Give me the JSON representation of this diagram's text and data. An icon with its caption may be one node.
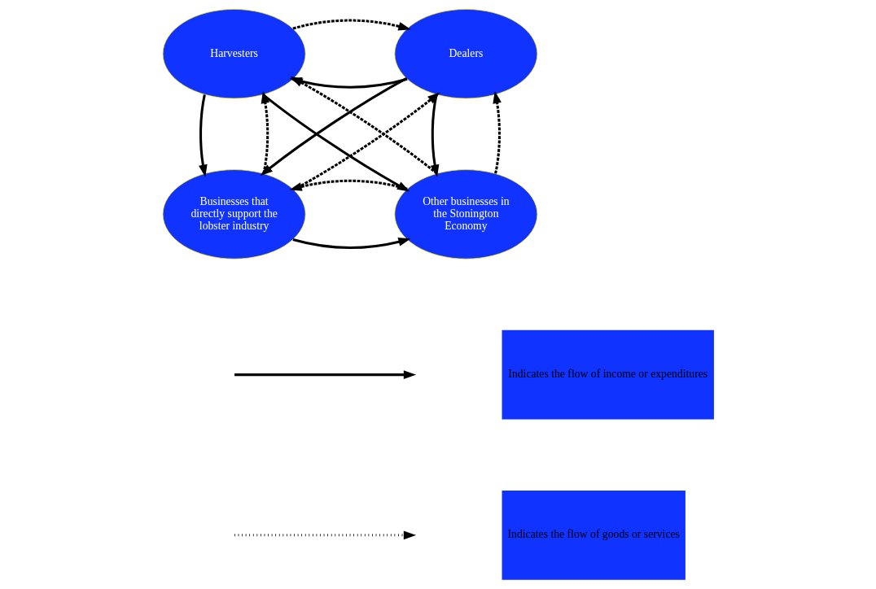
{
  "diagram": {
    "nodes": [
      {
        "text": [
          "Harvesters"
        ]
      },
      {
        "text": [
          "Dealers"
        ]
      },
      {
        "text": [
          "Businesses that directly support the lobster industry"
        ]
      },
      {
        "text": [
          "Other businesses in the Stonington Economy"
        ]
      }
    ],
    "edges": [
      {
        "from": 1,
        "to": 0,
        "arrow": "to"
      },
      {
        "from": 0,
        "to": 1,
        "arrow": "to",
        "style": "dashed"
      },
      {
        "from": 0,
        "to": 2,
        "arrow": "to"
      },
      {
        "from": 2,
        "to": 0,
        "arrow": "to",
        "style": "dashed"
      },
      {
        "from": 0,
        "to": 3,
        "arrow": "to"
      },
      {
        "from": 3,
        "to": 0,
        "arrow": "to",
        "style": "dashed"
      },
      {
        "from": 2,
        "to": 1,
        "arrow": "to",
        "style": "dashed"
      },
      {
        "from": 1,
        "to": 2,
        "arrow": "to"
      },
      {
        "from": 2,
        "to": 3,
        "arrow": "to"
      },
      {
        "from": 3,
        "to": 2,
        "arrow": "to",
        "style": "dashed"
      },
      {
        "from": 3,
        "to": 1,
        "arrow": "to",
        "style": "dashed"
      },
      {
        "from": 1,
        "to": 3,
        "arrow": "to"
      }
    ],
    "legend": [
      {
        "text": "Indicates the flow of income or expenditures"
      },
      {
        "text": "Indicates the flow of goods or services"
      }
    ]
  }
}
